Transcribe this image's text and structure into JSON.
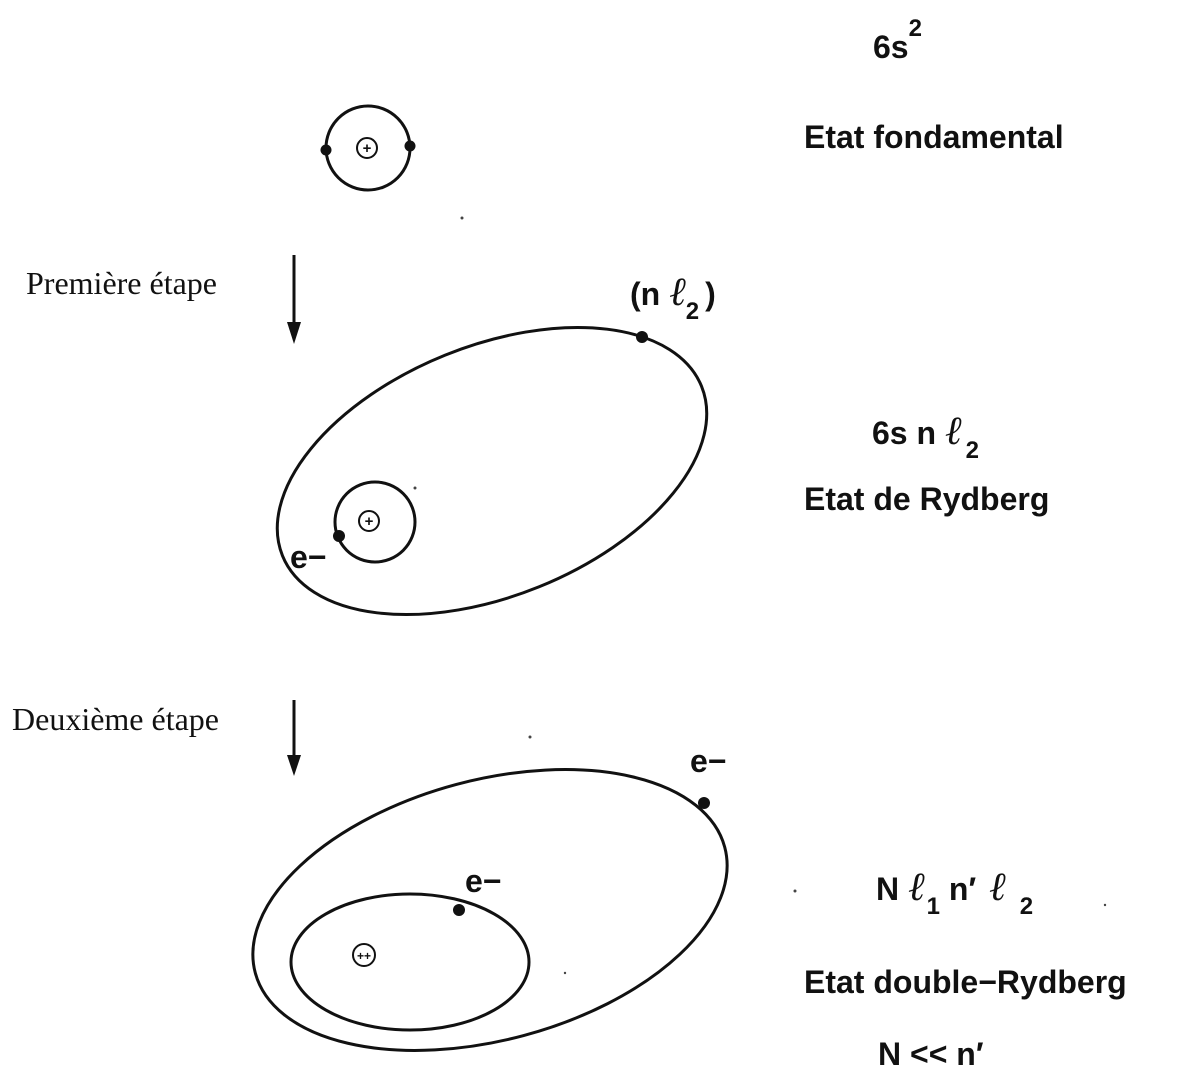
{
  "states": {
    "ground": {
      "config": "6s",
      "config_sup": "2",
      "name": "Etat fondamental"
    },
    "rydberg": {
      "config_prefix": "6s n ",
      "ell": "ℓ",
      "ell_sub": "2",
      "name": "Etat de Rydberg",
      "orbital_open": "(n ",
      "orbital_close": ")",
      "electron_label": "e−"
    },
    "double_rydberg": {
      "config_N": "N ",
      "ell": "ℓ",
      "ell1_sub": "1",
      "config_mid": " n′ ",
      "ell2_sub": "2",
      "name": "Etat double−Rydberg",
      "relation": "N << n′",
      "outer_electron_label": "e−",
      "inner_electron_label": "e−"
    }
  },
  "steps": {
    "first": "Première étape",
    "second": "Deuxième étape"
  },
  "nucleus_symbols": {
    "ground": "+",
    "rydberg": "+",
    "double_rydberg": "++"
  }
}
